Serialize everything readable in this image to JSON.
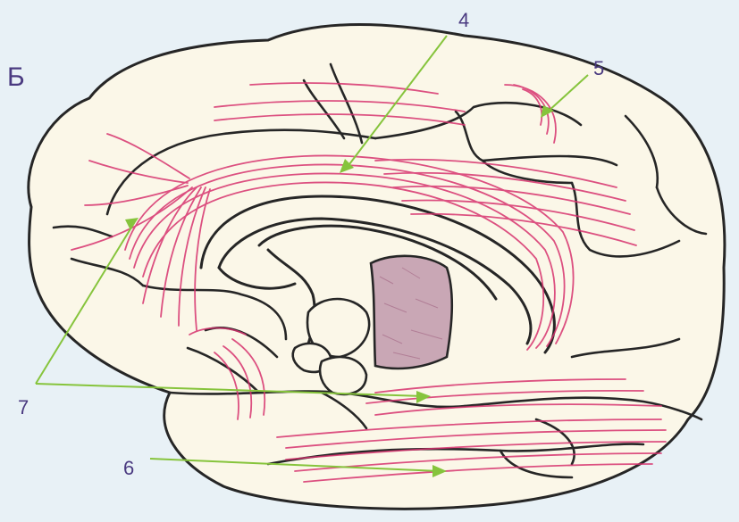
{
  "panel_letter": "Б",
  "labels": {
    "l4": "4",
    "l5": "5",
    "l6": "6",
    "l7": "7"
  },
  "colors": {
    "background": "#e8f1f6",
    "brain_fill": "#fbf7e8",
    "outline": "#262626",
    "fibers": "#d7336f",
    "leader_lines": "#86c43c",
    "label_text": "#4a3a80",
    "stippled_region": "#c9a7b5"
  }
}
